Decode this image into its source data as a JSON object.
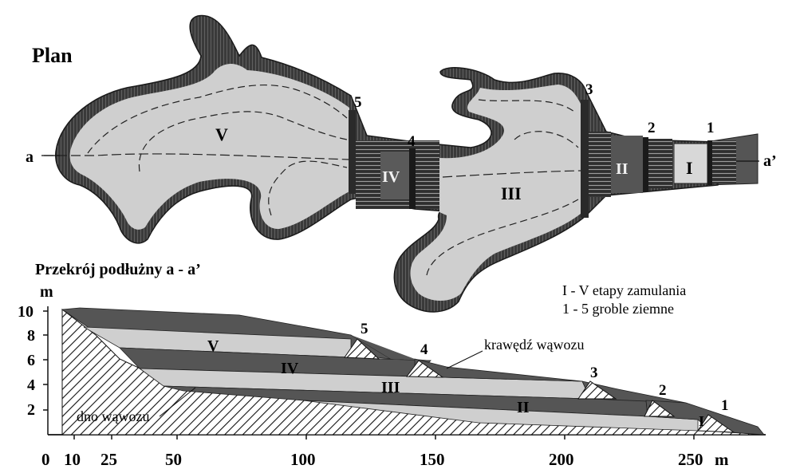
{
  "plan": {
    "title": "Plan",
    "section_start": "a",
    "section_end": "a’",
    "stages": [
      "I",
      "II",
      "III",
      "IV",
      "V"
    ],
    "dams": [
      "1",
      "2",
      "3",
      "4",
      "5"
    ]
  },
  "profile": {
    "title": "Przekrój podłużny a - a’",
    "y_unit": "m",
    "x_unit": "m",
    "y_ticks": [
      "2",
      "4",
      "6",
      "8",
      "10"
    ],
    "x_ticks": [
      "0",
      "10",
      "25",
      "50",
      "100",
      "150",
      "200",
      "250"
    ],
    "stages": [
      "I",
      "II",
      "III",
      "IV",
      "V"
    ],
    "dams": [
      "1",
      "2",
      "3",
      "4",
      "5"
    ],
    "edge_label": "krawędź wąwozu",
    "bottom_label": "dno wąwozu"
  },
  "legend": {
    "line1": "I - V etapy zamulania",
    "line2": "1 - 5 groble ziemne"
  },
  "colors": {
    "light_fill": "#cfcfcf",
    "dark_fill": "#555555",
    "rim": "#333333"
  }
}
